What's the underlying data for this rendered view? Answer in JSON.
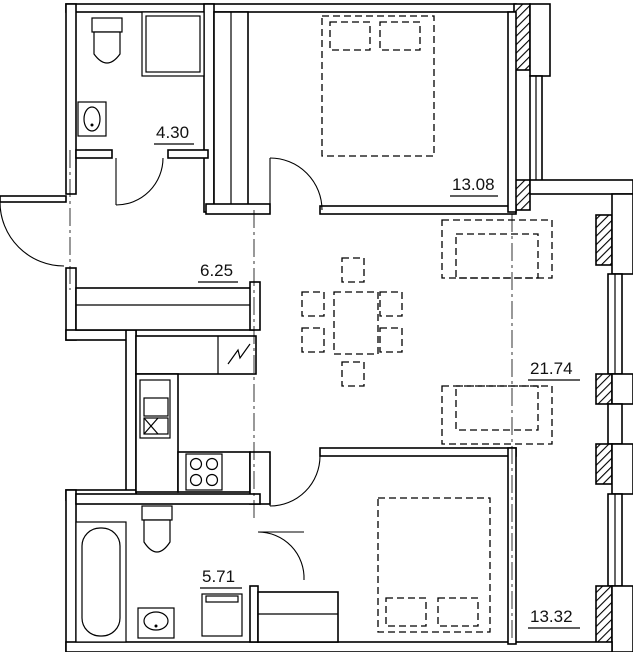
{
  "rooms": [
    {
      "id": "bathroom-upper",
      "area": "4.30"
    },
    {
      "id": "bedroom-upper",
      "area": "13.08"
    },
    {
      "id": "hallway",
      "area": "6.25"
    },
    {
      "id": "living-kitchen",
      "area": "21.74"
    },
    {
      "id": "bathroom-lower",
      "area": "5.71"
    },
    {
      "id": "bedroom-lower",
      "area": "13.32"
    }
  ],
  "colors": {
    "wall": "#bdbdbd",
    "line": "#000000",
    "background": "#ffffff"
  }
}
